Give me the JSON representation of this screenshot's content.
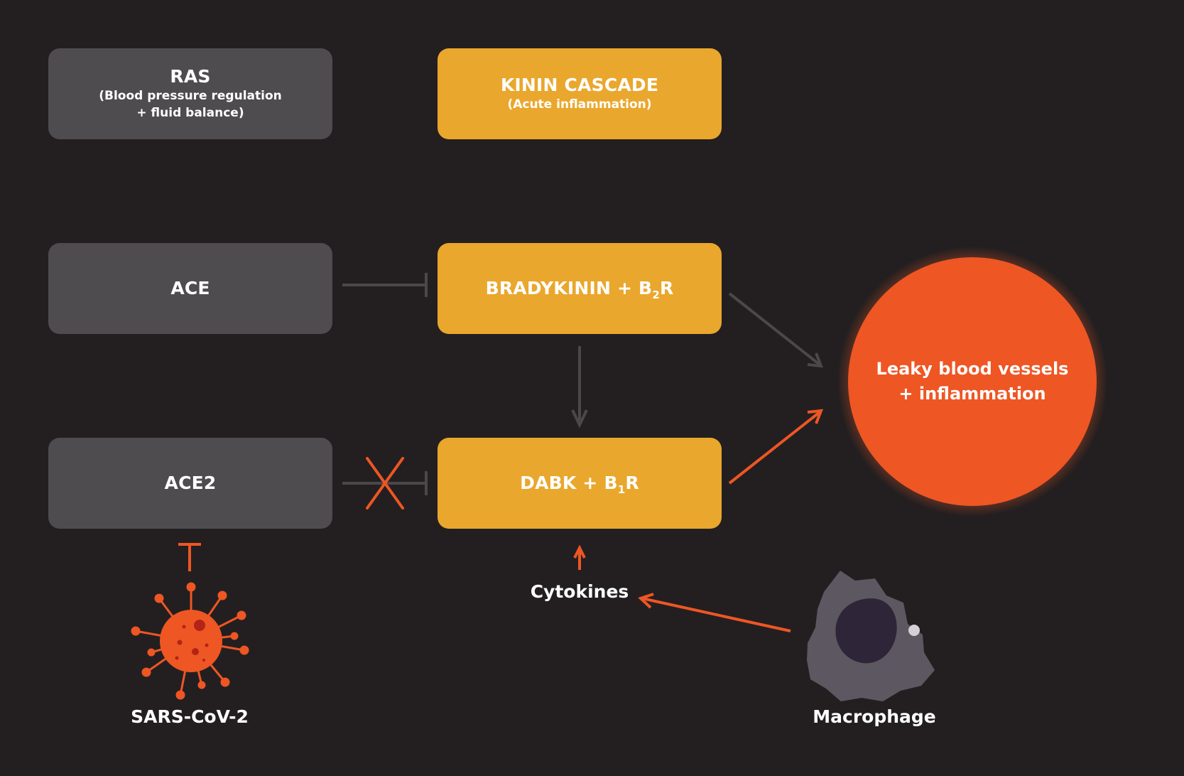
{
  "boxes": {
    "ras": {
      "title": "RAS",
      "subtitle_line1": "(Blood pressure regulation",
      "subtitle_line2": "+ fluid balance)"
    },
    "kinin": {
      "title": "KININ CASCADE",
      "subtitle": "(Acute inflammation)"
    },
    "ace": {
      "title": "ACE"
    },
    "bradykinin": {
      "title": "BRADYKININ + B",
      "subscript": "2",
      "suffix": "R"
    },
    "ace2": {
      "title": "ACE2"
    },
    "dabk": {
      "title": "DABK + B",
      "subscript": "1",
      "suffix": "R"
    }
  },
  "outcome": {
    "text": "Leaky blood vessels + inflammation"
  },
  "labels": {
    "cytokines": "Cytokines",
    "virus": "SARS-CoV-2",
    "macrophage": "Macrophage"
  },
  "colors": {
    "background": "#231f20",
    "gray_box": "#4e4c4f",
    "orange_box": "#eaa72d",
    "accent_red": "#ee5624",
    "connector_gray": "#4a4849",
    "macrophage": "#5c5760",
    "macrophage_nucleus": "#2e2638"
  },
  "icons": {
    "virus": "coronavirus-icon",
    "macrophage": "macrophage-cell-icon",
    "blocked": "x-mark-icon"
  }
}
